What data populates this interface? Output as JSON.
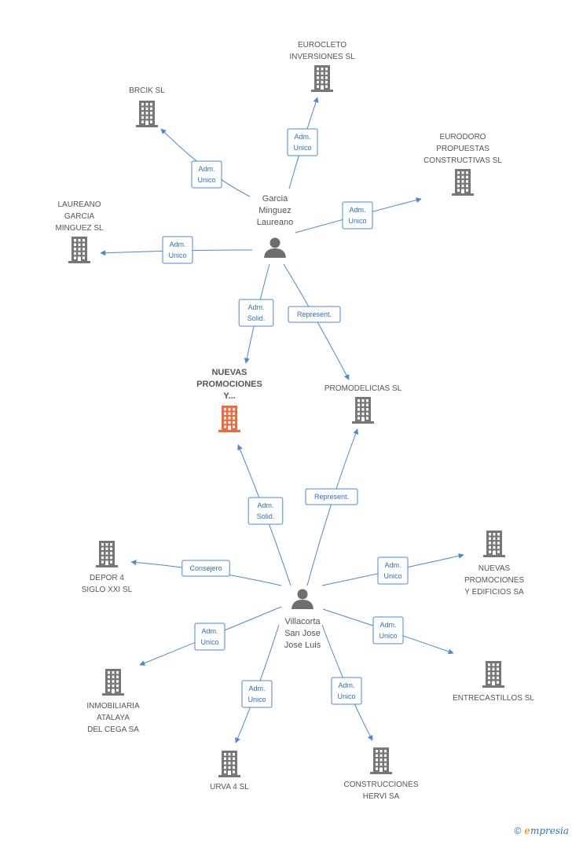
{
  "colors": {
    "edge": "#4a88d8",
    "company": "#777777",
    "focus": "#f06a3e",
    "person": "#6e6e6e"
  },
  "people": [
    {
      "id": "garcia",
      "lines": [
        "Garcia",
        "Minguez",
        "Laureano"
      ]
    },
    {
      "id": "villacorta",
      "lines": [
        "Villacorta",
        "San Jose",
        "Jose Luis"
      ]
    }
  ],
  "companies": [
    {
      "id": "eurocleto",
      "lines": [
        "EUROCLETO",
        "INVERSIONES SL"
      ],
      "focus": false
    },
    {
      "id": "brcik",
      "lines": [
        "BRCIK SL"
      ],
      "focus": false
    },
    {
      "id": "eurodoro",
      "lines": [
        "EURODORO",
        "PROPUESTAS",
        "CONSTRUCTIVAS SL"
      ],
      "focus": false
    },
    {
      "id": "laureano",
      "lines": [
        "LAUREANO",
        "GARCIA",
        "MINGUEZ SL"
      ],
      "focus": false
    },
    {
      "id": "nuevas_y",
      "lines": [
        "NUEVAS",
        "PROMOCIONES",
        "Y..."
      ],
      "focus": true
    },
    {
      "id": "promodelicias",
      "lines": [
        "PROMODELICIAS SL"
      ],
      "focus": false
    },
    {
      "id": "depor4",
      "lines": [
        "DEPOR 4",
        "SIGLO XXI SL"
      ],
      "focus": false
    },
    {
      "id": "nuevas_edif",
      "lines": [
        "NUEVAS",
        "PROMOCIONES",
        "Y EDIFICIOS SA"
      ],
      "focus": false
    },
    {
      "id": "inmobiliaria",
      "lines": [
        "INMOBILIARIA",
        "ATALAYA",
        "DEL CEGA SA"
      ],
      "focus": false
    },
    {
      "id": "entrecastillos",
      "lines": [
        "ENTRECASTILLOS SL"
      ],
      "focus": false
    },
    {
      "id": "urva4",
      "lines": [
        "URVA 4 SL"
      ],
      "focus": false
    },
    {
      "id": "hervi",
      "lines": [
        "CONSTRUCCIONES",
        "HERVI SA"
      ],
      "focus": false
    }
  ],
  "edges": [
    {
      "from": "garcia",
      "to": "eurocleto",
      "label": [
        "Adm.",
        "Unico"
      ]
    },
    {
      "from": "garcia",
      "to": "brcik",
      "label": [
        "Adm.",
        "Unico"
      ]
    },
    {
      "from": "garcia",
      "to": "eurodoro",
      "label": [
        "Adm.",
        "Unico"
      ]
    },
    {
      "from": "garcia",
      "to": "laureano",
      "label": [
        "Adm.",
        "Unico"
      ]
    },
    {
      "from": "garcia",
      "to": "nuevas_y",
      "label": [
        "Adm.",
        "Solid."
      ]
    },
    {
      "from": "garcia",
      "to": "promodelicias",
      "label": [
        "Represent."
      ]
    },
    {
      "from": "villacorta",
      "to": "nuevas_y",
      "label": [
        "Adm.",
        "Solid."
      ]
    },
    {
      "from": "villacorta",
      "to": "promodelicias",
      "label": [
        "Represent."
      ]
    },
    {
      "from": "villacorta",
      "to": "depor4",
      "label": [
        "Consejero"
      ]
    },
    {
      "from": "villacorta",
      "to": "nuevas_edif",
      "label": [
        "Adm.",
        "Unico"
      ]
    },
    {
      "from": "villacorta",
      "to": "inmobiliaria",
      "label": [
        "Adm.",
        "Unico"
      ]
    },
    {
      "from": "villacorta",
      "to": "entrecastillos",
      "label": [
        "Adm.",
        "Unico"
      ]
    },
    {
      "from": "villacorta",
      "to": "urva4",
      "label": [
        "Adm.",
        "Unico"
      ]
    },
    {
      "from": "villacorta",
      "to": "hervi",
      "label": [
        "Adm.",
        "Unico"
      ]
    }
  ],
  "brand": {
    "copyright": "©",
    "name_first": "e",
    "name_rest": "mpresia"
  }
}
